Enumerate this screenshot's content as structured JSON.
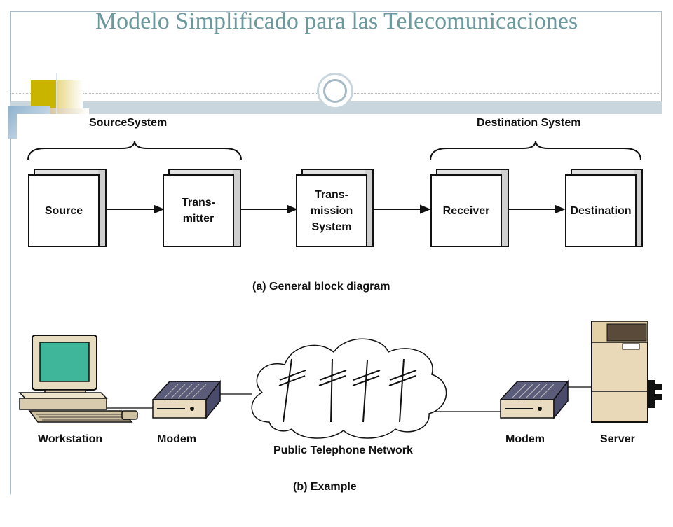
{
  "title": "Modelo Simplificado para las Telecomunicaciones",
  "diagram_a": {
    "group_source": "SourceSystem",
    "group_destination": "Destination System",
    "blocks": [
      "Source",
      "Trans-\nmitter",
      "Trans-\nmission\nSystem",
      "Receiver",
      "Destination"
    ],
    "caption": "(a) General block diagram"
  },
  "diagram_b": {
    "workstation": "Workstation",
    "modem_left": "Modem",
    "network": "Public Telephone Network",
    "modem_right": "Modem",
    "server": "Server",
    "caption": "(b) Example"
  },
  "colors": {
    "title": "#6b9a9e",
    "frame": "#a9bcc7",
    "screen": "#3fb59a",
    "modem": "#4a4a6a",
    "server": "#e6d6b8"
  }
}
